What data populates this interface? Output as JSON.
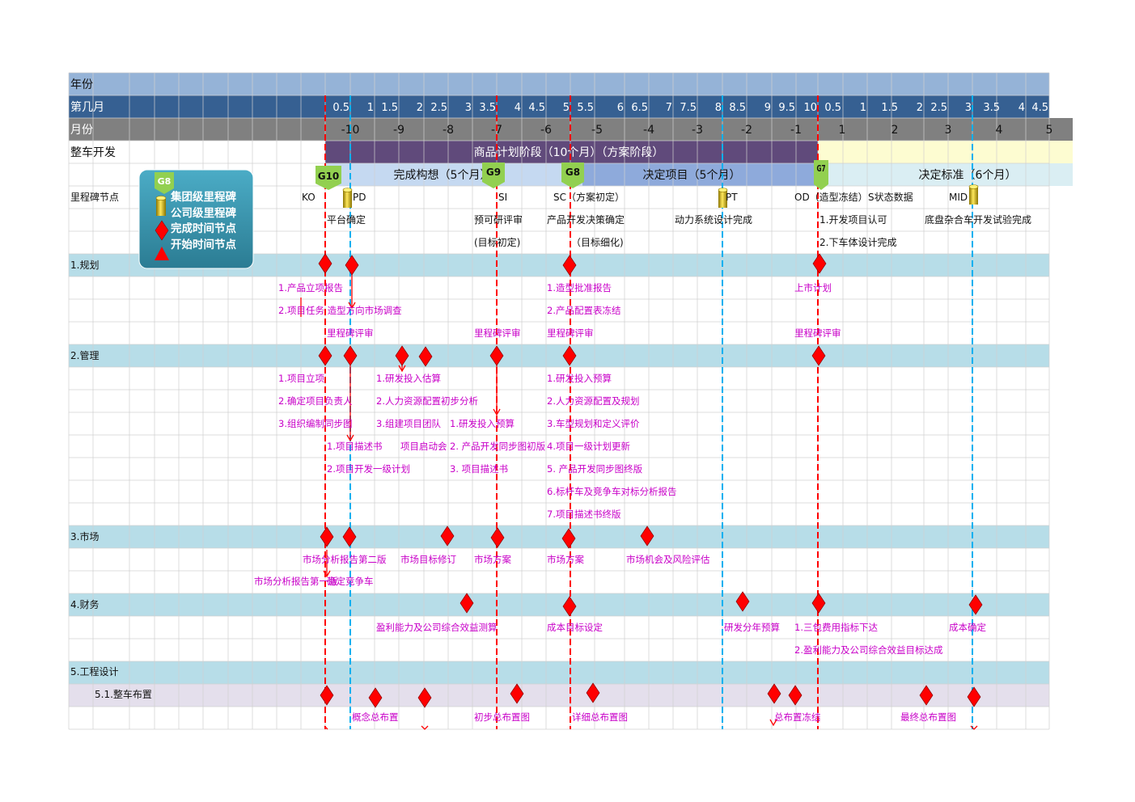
{
  "row_labels": {
    "year": "年份",
    "week": "第几月",
    "month": "月份",
    "vehicle": "整车开发",
    "milestone": "里程碑节点"
  },
  "week_values": [
    "0.5",
    "1",
    "1.5",
    "2",
    "2.5",
    "3",
    "3.5",
    "4",
    "4.5",
    "5",
    "5.5",
    "6",
    "6.5",
    "7",
    "7.5",
    "8",
    "8.5",
    "9",
    "9.5",
    "10",
    "0.5",
    "1",
    "1.5",
    "2",
    "2.5",
    "3",
    "3.5",
    "4",
    "4.5"
  ],
  "month_values": [
    "-10",
    "-9",
    "-8",
    "-7",
    "-6",
    "-5",
    "-4",
    "-3",
    "-2",
    "-1",
    "1",
    "2",
    "3",
    "4",
    "5"
  ],
  "phases": {
    "plan": "商品计划阶段（10个月）（方案阶段）",
    "concept": "完成构想（5个月）",
    "decision": "决定项目（5个月）",
    "standard": "决定标准（6个月）"
  },
  "gates": [
    "G10",
    "G9",
    "G8",
    "G7"
  ],
  "legend": {
    "badge": "G8",
    "items": [
      "集团级里程碑",
      "公司级里程碑",
      "完成时间节点",
      "开始时间节点"
    ]
  },
  "milestones": {
    "codes": [
      "KO",
      "PD",
      "SI",
      "SC（方案初定）",
      "PT",
      "OD（造型冻结）",
      "S状态数据",
      "MID"
    ],
    "line1": [
      "平台确定",
      "预可研评审",
      "产品开发决策确定",
      "动力系统设计完成",
      "1.开发项目认可",
      "底盘杂合车开发试验完成"
    ],
    "line2": [
      "(目标初定)",
      "（目标细化)",
      "2.下车体设计完成"
    ]
  },
  "sections": {
    "plan": {
      "title": "1.规划",
      "items": [
        "1.产品立项报告",
        "2.项目任务 造型方向市场调查",
        "里程碑评审",
        "里程碑评审",
        "1.造型批准报告",
        "2.产品配置表冻结",
        "里程碑评审",
        "上市计划",
        "里程碑评审"
      ]
    },
    "mgmt": {
      "title": "2.管理",
      "items": [
        "1.项目立项",
        "2.确定项目负责人",
        "3.组织编制同步图",
        "1.项目描述书",
        "2.项目开发一级计划",
        "1.研发投入估算",
        "2.人力资源配置初步分析",
        "3.组建项目团队",
        "项目启动会",
        "1.研发投入预算",
        "2. 产品开发同步图初版",
        "3. 项目描述书",
        "1.研发投入预算",
        "2.人力资源配置及规划",
        "3.车型规划和定义评价",
        "4.项目一级计划更新",
        "5. 产品开发同步图终版",
        "6.标杆车及竞争车对标分析报告",
        "7.项目描述书终版"
      ]
    },
    "market": {
      "title": "3.市场",
      "items": [
        "市场分析报告第二版",
        "市场分析报告第一版",
        "确定竞争车",
        "市场目标修订",
        "市场方案",
        "市场方案",
        "市场机会及风险评估"
      ]
    },
    "finance": {
      "title": "4.财务",
      "items": [
        "盈利能力及公司综合效益测算",
        "成本目标设定",
        "研发分年预算",
        "1.三包费用指标下达",
        "2.盈利能力及公司综合效益目标达成",
        "成本确定"
      ]
    },
    "eng": {
      "title": "5.工程设计",
      "sub": "5.1.整车布置",
      "items": [
        "概念总布置",
        "初步总布置图",
        "详细总布置图",
        "总布置冻结",
        "最终总布置图"
      ]
    }
  },
  "colors": {
    "year_bar": "#95b3d7",
    "week_bar": "#366092",
    "month_bar": "#808080",
    "plan_phase": "#604a7b",
    "standard_phase": "#fdfcd1",
    "concept_phase": "#c5d9f1",
    "decision_phase": "#8eaadb",
    "section_bar": "#b7dde8",
    "sub_bar": "#e4dfec",
    "diamond": "#ff0000",
    "red_line": "#ff0000",
    "blue_line": "#00b0f0",
    "text_magenta": "#c800c8",
    "gate_green": "#92d050",
    "legend_box": "#31849b"
  }
}
